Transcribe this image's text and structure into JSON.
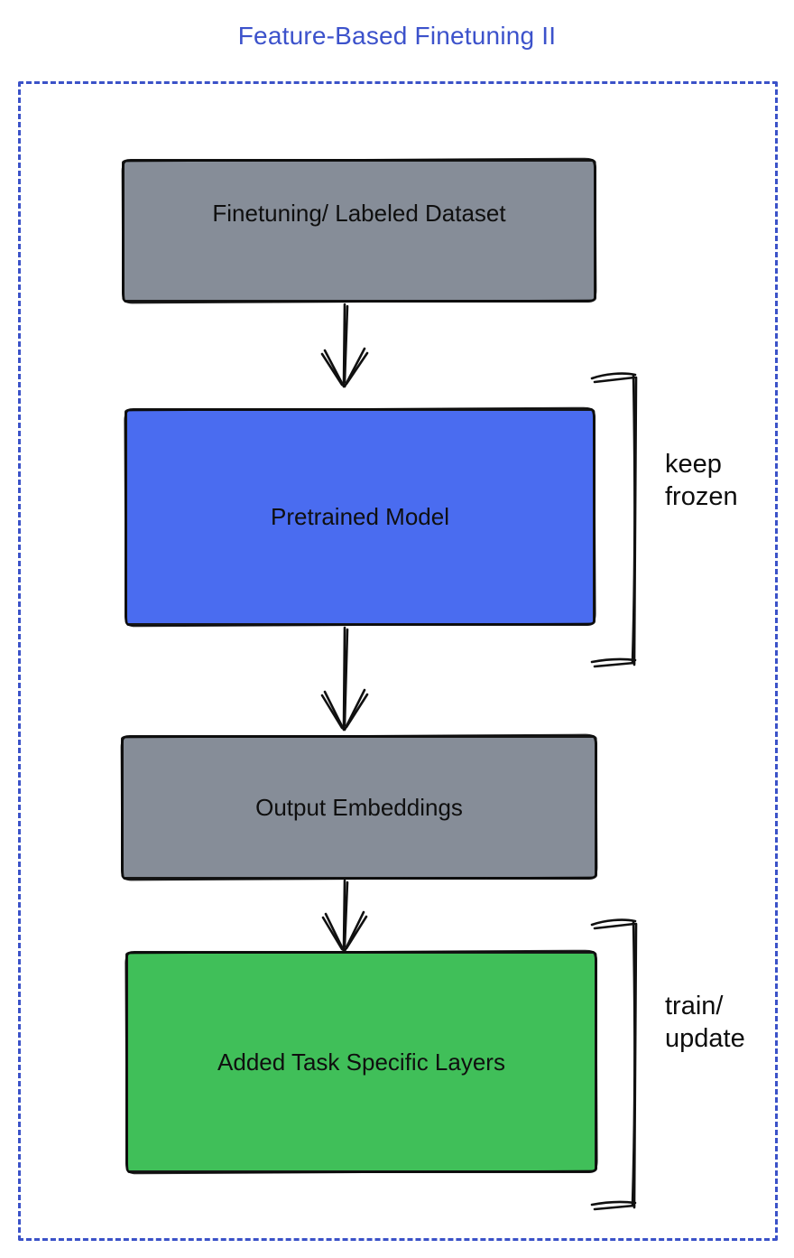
{
  "title": "Feature-Based Finetuning II",
  "diagram": {
    "boxes": [
      {
        "id": "finetuning-dataset",
        "label": "Finetuning/ Labeled Dataset",
        "fill": "#868D98"
      },
      {
        "id": "pretrained-model",
        "label": "Pretrained Model",
        "fill": "#4A6CF0"
      },
      {
        "id": "output-embeddings",
        "label": "Output Embeddings",
        "fill": "#868D98"
      },
      {
        "id": "added-task-layers",
        "label": "Added Task Specific Layers",
        "fill": "#40BF59"
      }
    ],
    "annotations": [
      {
        "id": "keep-frozen",
        "label": "keep frozen"
      },
      {
        "id": "train-update",
        "label": "train/ update"
      }
    ],
    "colors": {
      "title_text": "#3C52CB",
      "dotted_border": "#3B52C8",
      "box_border": "#161616",
      "gray_fill": "#868D98",
      "blue_fill": "#4A6CF0",
      "green_fill": "#40BF59",
      "label_text": "#0f0f0f"
    }
  }
}
